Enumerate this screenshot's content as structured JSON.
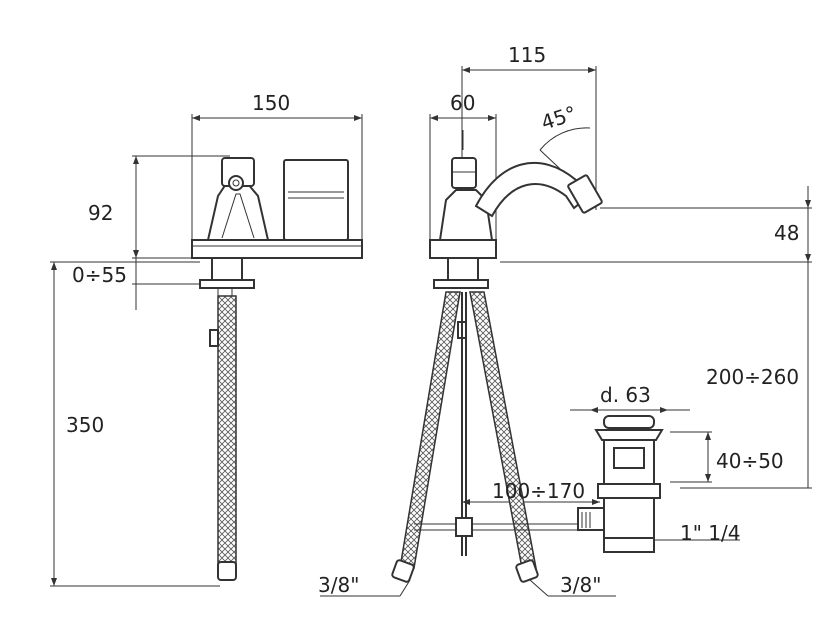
{
  "dimensions": {
    "width_150": "150",
    "height_92": "92",
    "range_0_55": "0÷55",
    "length_350": "350",
    "width_115": "115",
    "width_60": "60",
    "angle_45": "45°",
    "height_48": "48",
    "range_200_260": "200÷260",
    "diameter_63": "d. 63",
    "range_40_50": "40÷50",
    "range_100_170": "100÷170",
    "thread_1_1_4": "1\" 1/4",
    "thread_3_8_left": "3/8\"",
    "thread_3_8_right": "3/8\""
  }
}
